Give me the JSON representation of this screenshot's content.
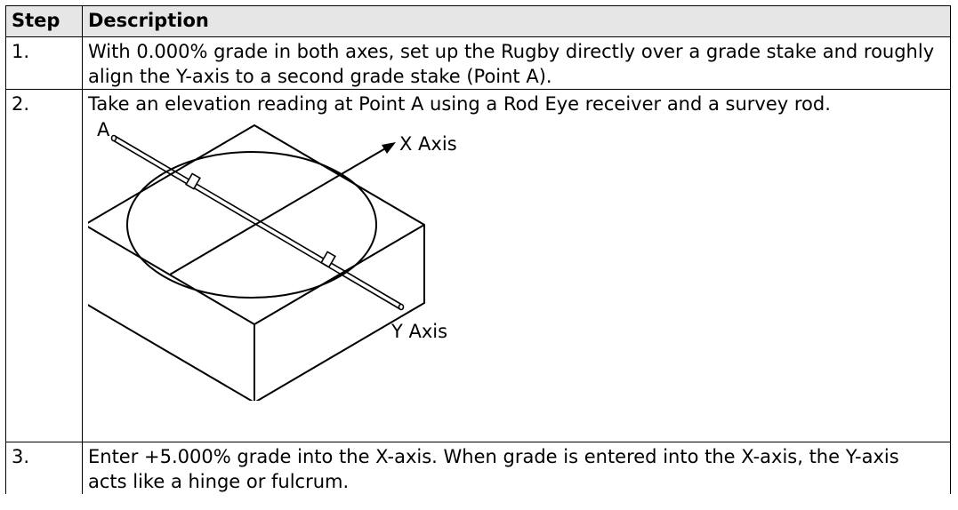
{
  "table": {
    "headers": {
      "step": "Step",
      "description": "Description"
    },
    "rows": [
      {
        "step": "1.",
        "description": "With 0.000% grade in both axes, set up the Rugby directly over a grade stake and roughly align the Y-axis to a second grade stake (Point A)."
      },
      {
        "step": "2.",
        "description": "Take an elevation reading at Point A using a Rod Eye receiver and a survey rod."
      },
      {
        "step": "3.",
        "description": "Enter +5.000% grade into the X-axis. When grade is entered into the X-axis, the Y-axis acts like a hinge or fulcrum."
      }
    ]
  },
  "diagram": {
    "point_label": "A",
    "x_axis_label": "X Axis",
    "y_axis_label": "Y Axis"
  }
}
